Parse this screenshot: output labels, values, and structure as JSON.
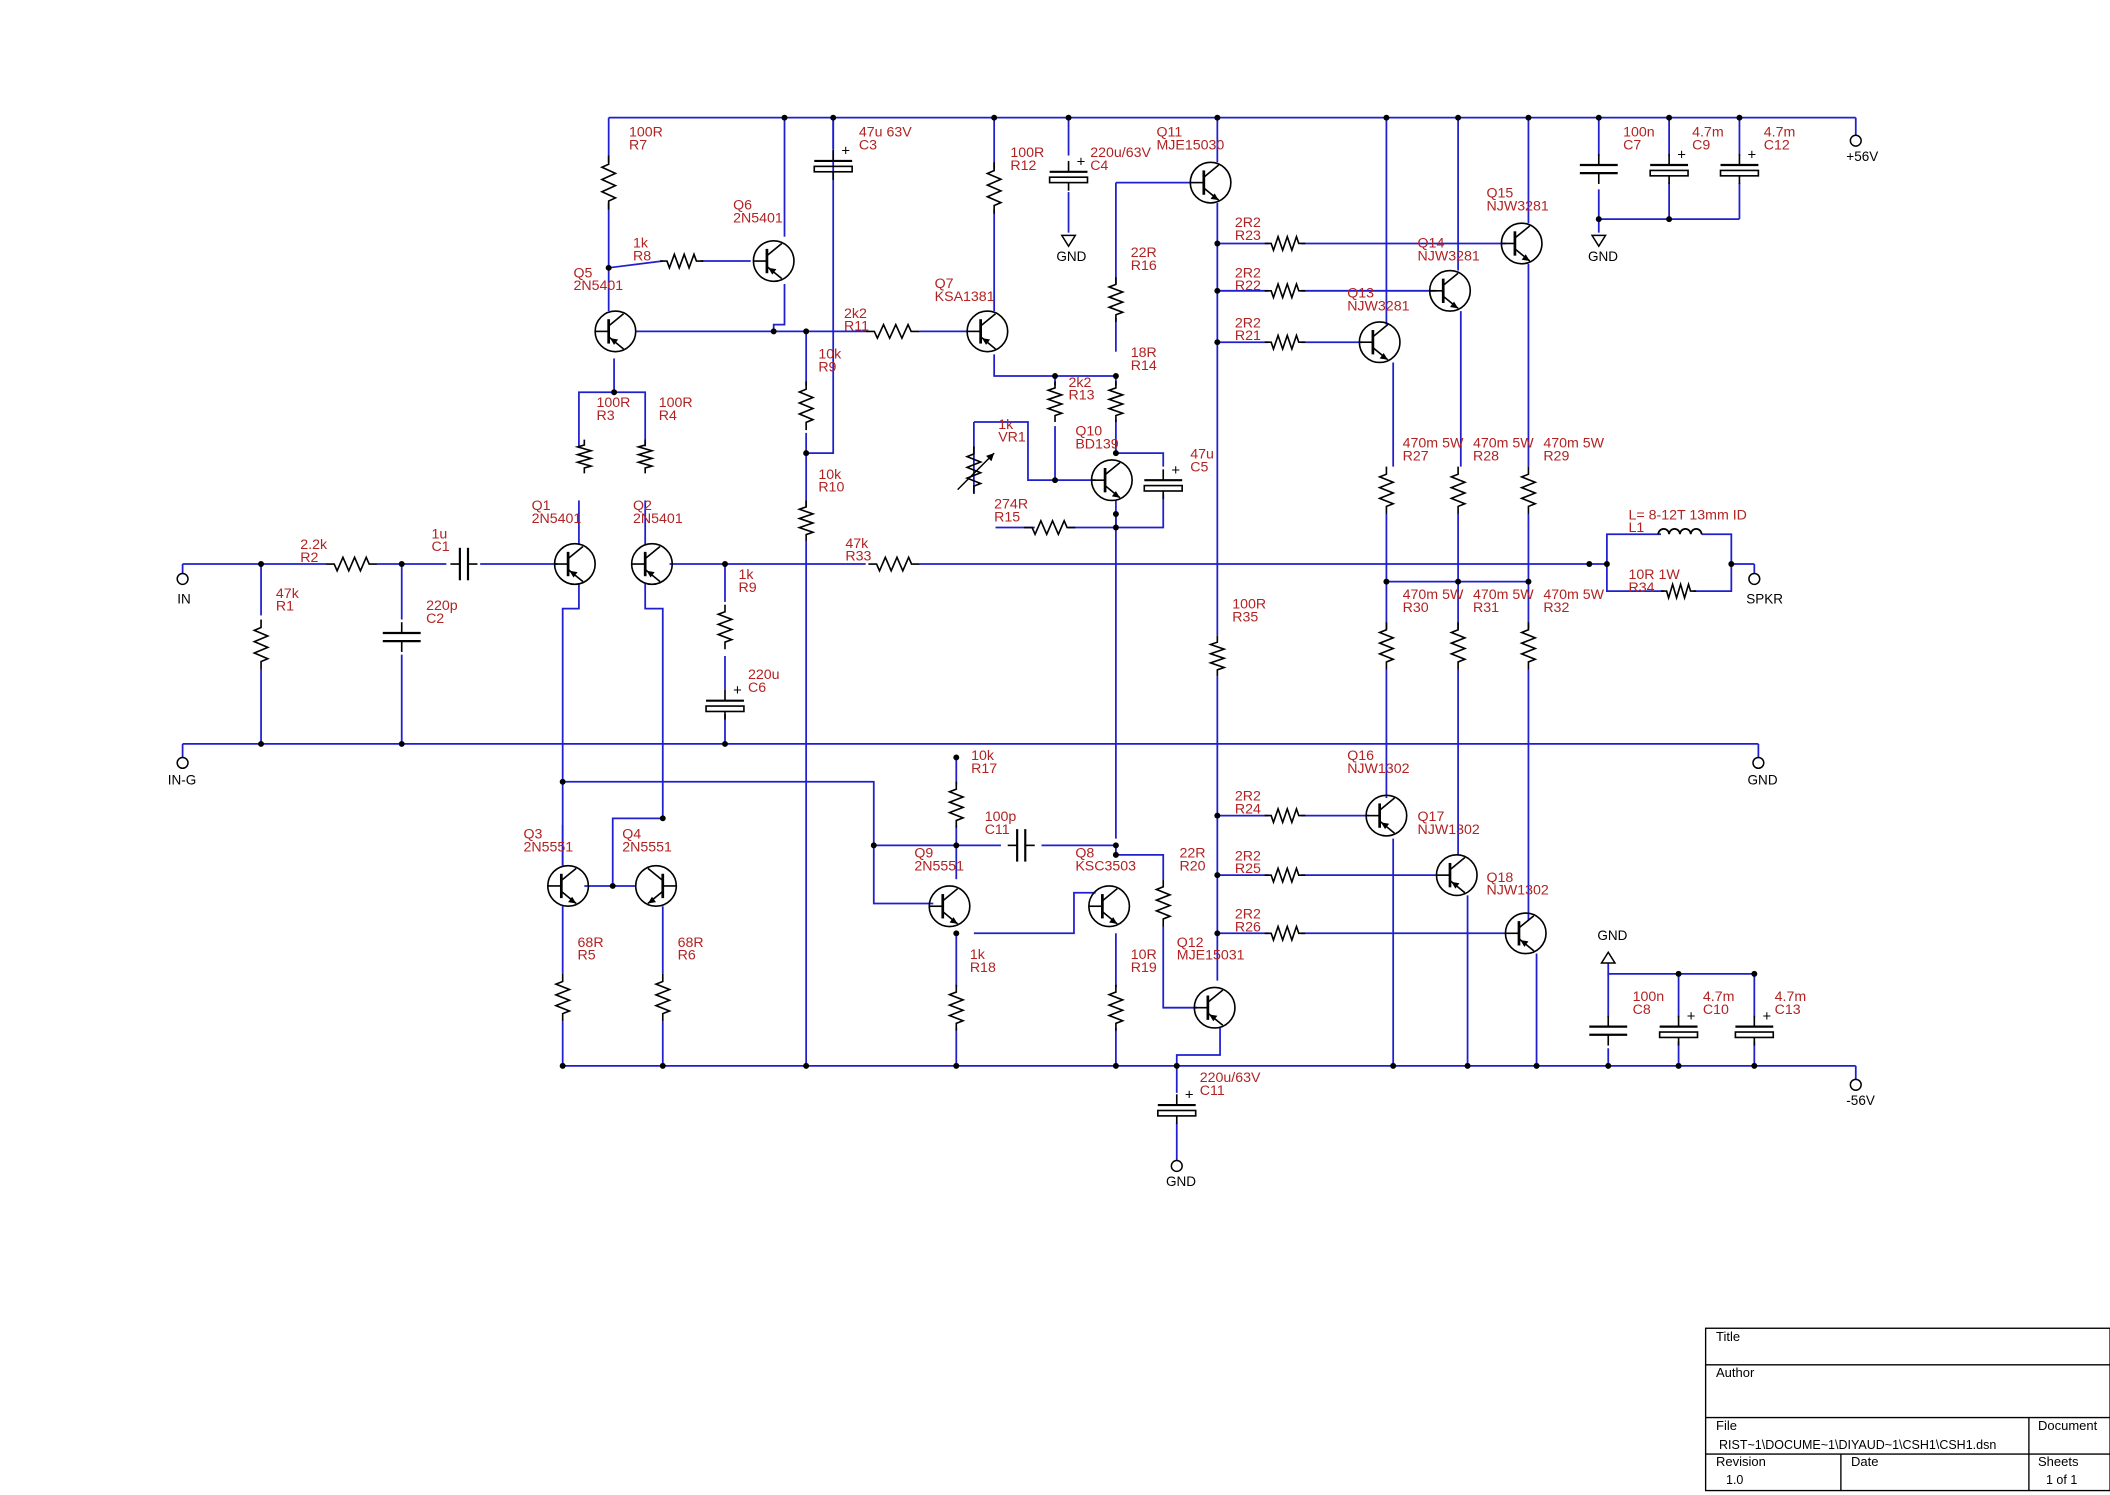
{
  "labels": {
    "R1": [
      "47k",
      "R1"
    ],
    "R2": [
      "2.2k",
      "R2"
    ],
    "C1": [
      "1u",
      "C1"
    ],
    "C2": [
      "220p",
      "C2"
    ],
    "Q1": [
      "Q1",
      "2N5401"
    ],
    "Q2": [
      "Q2",
      "2N5401"
    ],
    "R3": [
      "100R",
      "R3"
    ],
    "R4": [
      "100R",
      "R4"
    ],
    "Q5": [
      "Q5",
      "2N5401"
    ],
    "R7": [
      "100R",
      "R7"
    ],
    "R8": [
      "1k",
      "R8"
    ],
    "Q6": [
      "Q6",
      "2N5401"
    ],
    "C3": [
      "47u 63V",
      "C3"
    ],
    "R9a": [
      "10k",
      "R9"
    ],
    "R10": [
      "10k",
      "R10"
    ],
    "R11": [
      "2k2",
      "R11"
    ],
    "Q7": [
      "Q7",
      "KSA1381"
    ],
    "R12": [
      "100R",
      "R12"
    ],
    "C4": [
      "220u/63V",
      "C4"
    ],
    "Q11": [
      "Q11",
      "MJE15030"
    ],
    "R16": [
      "22R",
      "R16"
    ],
    "R14": [
      "18R",
      "R14"
    ],
    "R13": [
      "2k2",
      "R13"
    ],
    "Q10": [
      "Q10",
      "BD139"
    ],
    "VR1": [
      "1k",
      "VR1"
    ],
    "C5": [
      "47u",
      "C5"
    ],
    "R15": [
      "274R",
      "R15"
    ],
    "R33": [
      "47k",
      "R33"
    ],
    "R9b": [
      "1k",
      "R9"
    ],
    "C6": [
      "220u",
      "C6"
    ],
    "R23": [
      "2R2",
      "R23"
    ],
    "R22": [
      "2R2",
      "R22"
    ],
    "R21": [
      "2R2",
      "R21"
    ],
    "Q13": [
      "Q13",
      "NJW3281"
    ],
    "Q14": [
      "Q14",
      "NJW3281"
    ],
    "Q15": [
      "Q15",
      "NJW3281"
    ],
    "C7": [
      "100n",
      "C7"
    ],
    "C9": [
      "4.7m",
      "C9"
    ],
    "C12": [
      "4.7m",
      "C12"
    ],
    "R27": [
      "470m 5W",
      "R27"
    ],
    "R28": [
      "470m 5W",
      "R28"
    ],
    "R29": [
      "470m 5W",
      "R29"
    ],
    "R30": [
      "470m 5W",
      "R30"
    ],
    "R31": [
      "470m 5W",
      "R31"
    ],
    "R32": [
      "470m 5W",
      "R32"
    ],
    "L1": [
      "L= 8-12T 13mm ID",
      "L1"
    ],
    "R34": [
      "10R 1W",
      "R34"
    ],
    "R35": [
      "100R",
      "R35"
    ],
    "Q3": [
      "Q3",
      "2N5551"
    ],
    "Q4": [
      "Q4",
      "2N5551"
    ],
    "R5": [
      "68R",
      "R5"
    ],
    "R6": [
      "68R",
      "R6"
    ],
    "R17": [
      "10k",
      "R17"
    ],
    "C11a": [
      "100p",
      "C11"
    ],
    "Q9": [
      "Q9",
      "2N5551"
    ],
    "Q8": [
      "Q8",
      "KSC3503"
    ],
    "R18": [
      "1k",
      "R18"
    ],
    "R19": [
      "10R",
      "R19"
    ],
    "R20": [
      "22R",
      "R20"
    ],
    "Q12": [
      "Q12",
      "MJE15031"
    ],
    "C11b": [
      "220u/63V",
      "C11"
    ],
    "R24": [
      "2R2",
      "R24"
    ],
    "R25": [
      "2R2",
      "R25"
    ],
    "R26": [
      "2R2",
      "R26"
    ],
    "Q16": [
      "Q16",
      "NJW1302"
    ],
    "Q17": [
      "Q17",
      "NJW1302"
    ],
    "Q18": [
      "Q18",
      "NJW1302"
    ],
    "C8": [
      "100n",
      "C8"
    ],
    "C10": [
      "4.7m",
      "C10"
    ],
    "C13": [
      "4.7m",
      "C13"
    ]
  },
  "nets": {
    "in": "IN",
    "in_g": "IN-G",
    "gnd_right": "GND",
    "gnd_c4": "GND",
    "gnd_top_caps": "GND",
    "gnd_bot_caps": "GND",
    "gnd_c11": "GND",
    "vpos": "+56V",
    "vneg": "-56V",
    "spkr": "SPKR"
  },
  "title_block": {
    "title_label": "Title",
    "author_label": "Author",
    "file_label": "File",
    "file_value": "RIST~1\\DOCUME~1\\DIYAUD~1\\CSH1\\CSH1.dsn",
    "document_label": "Document",
    "revision_label": "Revision",
    "revision_value": "1.0",
    "date_label": "Date",
    "sheets_label": "Sheets",
    "sheets_value": "1 of 1"
  },
  "colors": {
    "wire": "#1f1fd0",
    "component": "#000000",
    "label": "#b22222",
    "junction": "#000000"
  }
}
